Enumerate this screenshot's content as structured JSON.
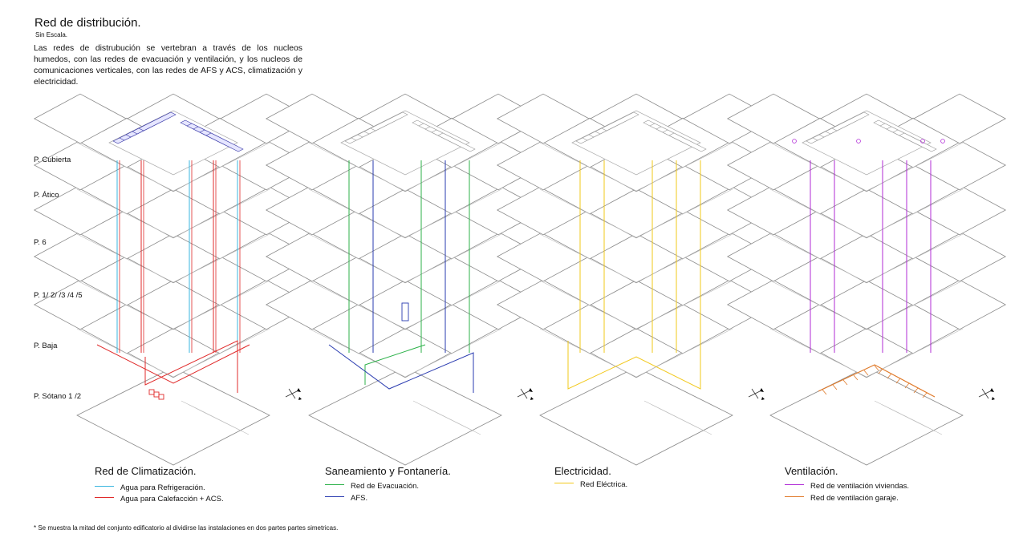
{
  "header": {
    "title": "Red de distribución.",
    "subtitle": "Sin Escala.",
    "description": "Las redes de distrubución se vertebran a través de los nucleos humedos, con las redes de evacuación y ventilación, y los nucleos de comunicaciones verticales, con las redes de AFS y ACS, climatización y electricidad."
  },
  "levels": [
    "P. Cubierta",
    "P. Ático",
    "P. 6",
    "P. 1/ 2/ /3 /4 /5",
    "P. Baja",
    "P. Sótano 1 /2"
  ],
  "colors": {
    "cyan": "#3bb7e0",
    "red": "#e02b2b",
    "green": "#2db24a",
    "blue": "#2a3bb0",
    "yellow": "#f2c81a",
    "purple": "#b02bd6",
    "orange": "#e07a2a",
    "panel": "#3a3aa8",
    "line": "#8a8a8a"
  },
  "sections": [
    {
      "title": "Red de Climatización.",
      "legend": [
        {
          "label": "Agua para Refrigeración.",
          "color": "#3bb7e0"
        },
        {
          "label": "Agua para Calefacción + ACS.",
          "color": "#e02b2b"
        }
      ]
    },
    {
      "title": "Saneamiento y Fontanería.",
      "legend": [
        {
          "label": "Red de Evacuación.",
          "color": "#2db24a"
        },
        {
          "label": "AFS.",
          "color": "#2a3bb0"
        }
      ]
    },
    {
      "title": "Electricidad.",
      "legend": [
        {
          "label": "Red Eléctrica.",
          "color": "#f2c81a"
        }
      ]
    },
    {
      "title": "Ventilación.",
      "legend": [
        {
          "label": "Red de ventilación viviendas.",
          "color": "#b02bd6"
        },
        {
          "label": "Red de ventilación garaje.",
          "color": "#e07a2a"
        }
      ]
    }
  ],
  "footnote": "* Se muestra la mitad del conjunto edificatorio al dividirse las instalaciones en dos partes partes simetricas."
}
